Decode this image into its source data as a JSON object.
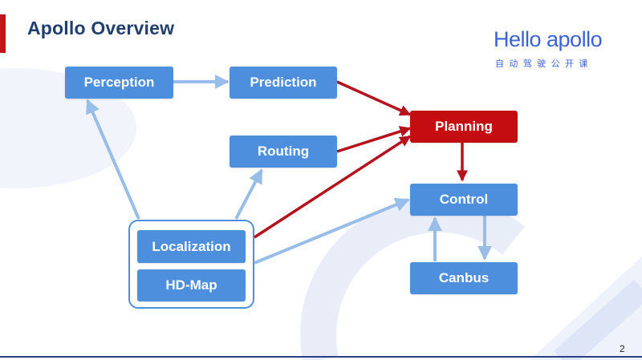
{
  "slide": {
    "title": "Apollo Overview",
    "page_number": "2"
  },
  "logo": {
    "wordmark": "Hello apollo",
    "subtitle": "自动驾驶公开课",
    "color": "#3b63d4"
  },
  "colors": {
    "node_blue": "#4d8fdc",
    "node_red": "#c40d10",
    "arrow_blue": "#97bde8",
    "arrow_red": "#b5121b",
    "title_navy": "#213f6e"
  },
  "nodes": {
    "perception": "Perception",
    "prediction": "Prediction",
    "routing": "Routing",
    "planning": "Planning",
    "control": "Control",
    "localization": "Localization",
    "hd_map": "HD-Map",
    "canbus": "Canbus"
  },
  "edges": [
    {
      "from": "Perception",
      "to": "Prediction",
      "color": "blue"
    },
    {
      "from": "Prediction",
      "to": "Planning",
      "color": "red"
    },
    {
      "from": "Routing",
      "to": "Planning",
      "color": "red"
    },
    {
      "from": "Localization / HD-Map",
      "to": "Planning",
      "color": "red"
    },
    {
      "from": "Localization / HD-Map",
      "to": "Perception",
      "color": "blue"
    },
    {
      "from": "Localization / HD-Map",
      "to": "Routing",
      "color": "blue"
    },
    {
      "from": "Localization / HD-Map",
      "to": "Control",
      "color": "blue"
    },
    {
      "from": "Planning",
      "to": "Control",
      "color": "red"
    },
    {
      "from": "Control",
      "to": "Canbus",
      "color": "blue"
    },
    {
      "from": "Canbus",
      "to": "Control",
      "color": "blue"
    }
  ]
}
